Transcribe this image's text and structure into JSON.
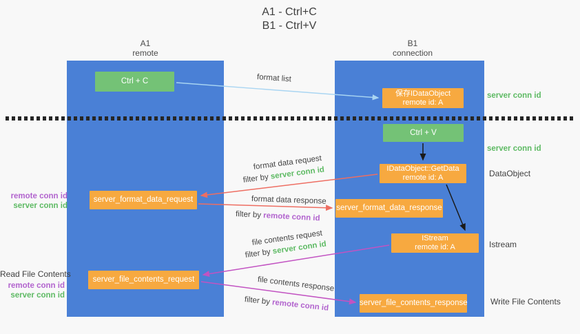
{
  "title": {
    "line1": "A1 - Ctrl+C",
    "line2": "B1 - Ctrl+V"
  },
  "columns": {
    "left": {
      "name": "A1",
      "subtitle": "remote"
    },
    "right": {
      "name": "B1",
      "subtitle": "connection"
    }
  },
  "boxes": {
    "ctrl_c": {
      "label": "Ctrl + C"
    },
    "save_obj": {
      "line1": "保存IDataObject",
      "line2": "remote id: A"
    },
    "ctrl_v": {
      "label": "Ctrl + V"
    },
    "getdata": {
      "line1": "IDataObject::GetData",
      "line2": "remote id: A"
    },
    "format_request": {
      "label": "server_format_data_request"
    },
    "format_response": {
      "label": "server_format_data_response"
    },
    "istream": {
      "line1": "IStream",
      "line2": "remote id: A"
    },
    "file_request": {
      "label": "server_file_contents_request"
    },
    "file_response": {
      "label": "server_file_contents_response"
    }
  },
  "arrow_labels": {
    "format_list": "format list",
    "format_data_request": "format data request",
    "format_data_response": "format data response",
    "file_contents_request": "file contents request",
    "file_contents_response": "file contents response",
    "filter_by": "filter by ",
    "server_conn_id": "server conn id",
    "remote_conn_id": "remote conn id"
  },
  "side_labels": {
    "server_conn_top": "server conn id",
    "server_conn_mid": "server conn id",
    "dataobject": "DataObject",
    "istream": "Istream",
    "write_file_contents": "Write File Contents",
    "read_file_contents": "Read File Contents",
    "remote_conn_left1": "remote conn id",
    "server_conn_left1": "server conn id",
    "remote_conn_left2": "remote conn id",
    "server_conn_left2": "server conn id"
  },
  "colors": {
    "lifeline_blue": "#4a80d6",
    "box_green": "#74c276",
    "box_orange": "#f7a940",
    "text_green": "#5eba64",
    "text_purple": "#b264ce",
    "arrow_red": "#ee6e62",
    "arrow_magenta": "#c253c2",
    "arrow_lightblue": "#a9d5f2",
    "arrow_black": "#1a1a1a"
  }
}
